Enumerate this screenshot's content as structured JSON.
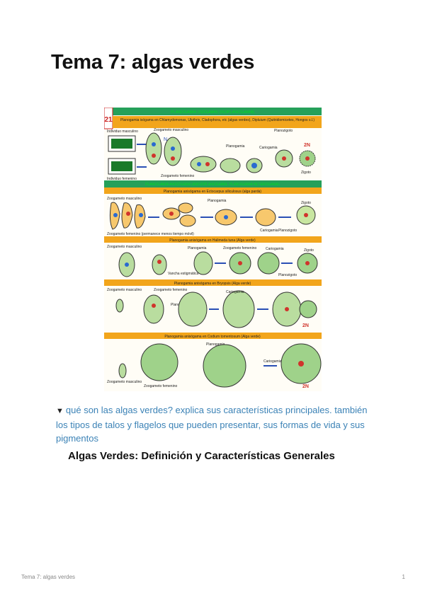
{
  "page": {
    "title": "Tema 7: algas verdes"
  },
  "figure": {
    "corner_number": "21",
    "bands": [
      {
        "label": "PLANOGAMIA (ISÓGAMA) (ISOPLANOGAMIA)",
        "color": "#25a05a"
      },
      {
        "label": "Planogamia isógama en Chlamydomonas, Ulothrix, Cladophora, etc (algas verdes), Dipluium (Quitridiomicetes, Hongos s.l.)",
        "color": "#f2a51b"
      },
      {
        "label": "PLANOGAMIA ANISÓGAMA (ANISOPLANOGAMIA, PLANOGAMIA HETEROGAMA)",
        "color": "#25a05a"
      },
      {
        "label": "Planogamia anisógama en Ectocarpus siliculosus (alga parda)",
        "color": "#f2a51b"
      },
      {
        "label": "Planogamia anisógama en Halimeda tuna (Alga verde)",
        "color": "#f2a51b"
      },
      {
        "label": "Planogamia anisógama en Bryopsis (Alga verde)",
        "color": "#f2a51b"
      },
      {
        "label": "Planogamia anisógama en Codium tomentosum (Alga verde)",
        "color": "#f2a51b"
      }
    ],
    "labels": {
      "individuo_masculino": "Individuo masculino",
      "individuo_femenino": "Individuo femenino",
      "zoogameto_masculino": "Zoogameto masculino",
      "zoogameto_masculino_lc": "Zoogameto masculino",
      "zoogameto_femenino": "Zoogameto femenino",
      "zoogameto_femenino_mov": "Zoogameto femenino (permanece menos tiempo móvil)",
      "planogamia": "Planogamia",
      "cariogamia": "Cariogamia",
      "planozigoto": "Planozigoto",
      "zigoto": "Zigoto",
      "vancha": "Vancha estigmática",
      "n": "N",
      "two_n": "2N"
    }
  },
  "toggle": {
    "icon": "▼",
    "text": "qué son las algas verdes? explica sus características principales. también los tipos de talos y flagelos que pueden presentar, sus formas de vida y sus pigmentos"
  },
  "section": {
    "heading": "Algas Verdes: Definición y Características Generales"
  },
  "footer": {
    "left": "Tema 7: algas verdes",
    "right": "1"
  }
}
